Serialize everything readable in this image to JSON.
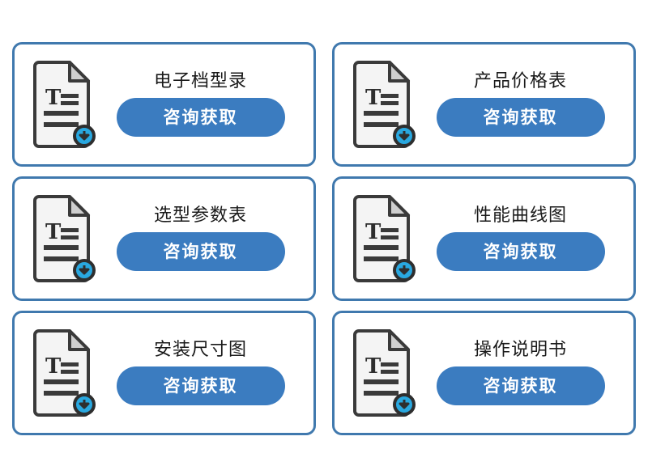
{
  "page": {
    "background_color": "#ffffff",
    "layout": "2-column x 3-row card grid",
    "card_border_color": "#4079ae",
    "button_color": "#3b7cc0",
    "button_text_color": "#ffffff",
    "title_color": "#1a1a1a",
    "badge_color": "#29a8e0"
  },
  "cards": [
    {
      "title": "电子档型录",
      "button_label": "咨询获取",
      "icon": "document-download-icon"
    },
    {
      "title": "产品价格表",
      "button_label": "咨询获取",
      "icon": "document-download-icon"
    },
    {
      "title": "选型参数表",
      "button_label": "咨询获取",
      "icon": "document-download-icon"
    },
    {
      "title": "性能曲线图",
      "button_label": "咨询获取",
      "icon": "document-download-icon"
    },
    {
      "title": "安装尺寸图",
      "button_label": "咨询获取",
      "icon": "document-download-icon"
    },
    {
      "title": "操作说明书",
      "button_label": "咨询获取",
      "icon": "document-download-icon"
    }
  ]
}
